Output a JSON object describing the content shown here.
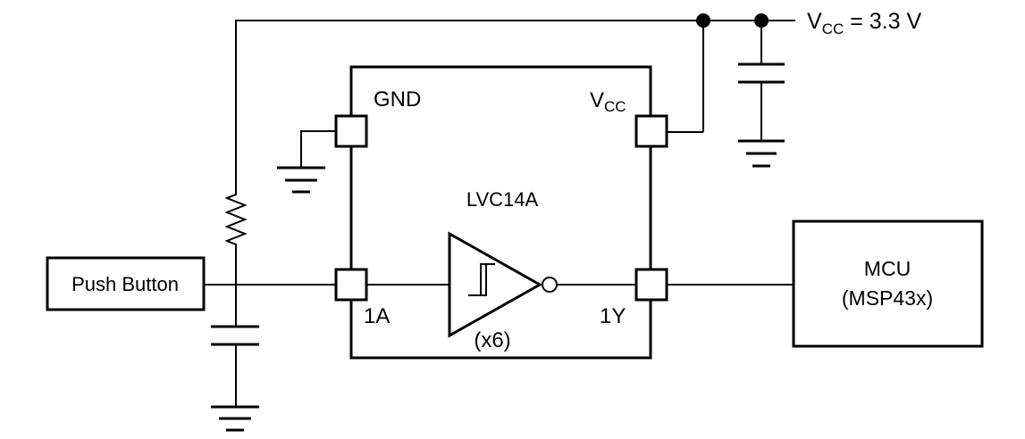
{
  "supply": {
    "prefix": "V",
    "sub": "CC",
    "suffix": " = 3.3 V"
  },
  "chip": {
    "name": "LVC14A",
    "gnd_label": "GND",
    "vcc_prefix": "V",
    "vcc_sub": "CC",
    "input_pin": "1A",
    "output_pin": "1Y",
    "multiplicity": "(x6)"
  },
  "push_button": {
    "label": "Push Button"
  },
  "mcu": {
    "line1": "MCU",
    "line2": "(MSP43x)"
  }
}
